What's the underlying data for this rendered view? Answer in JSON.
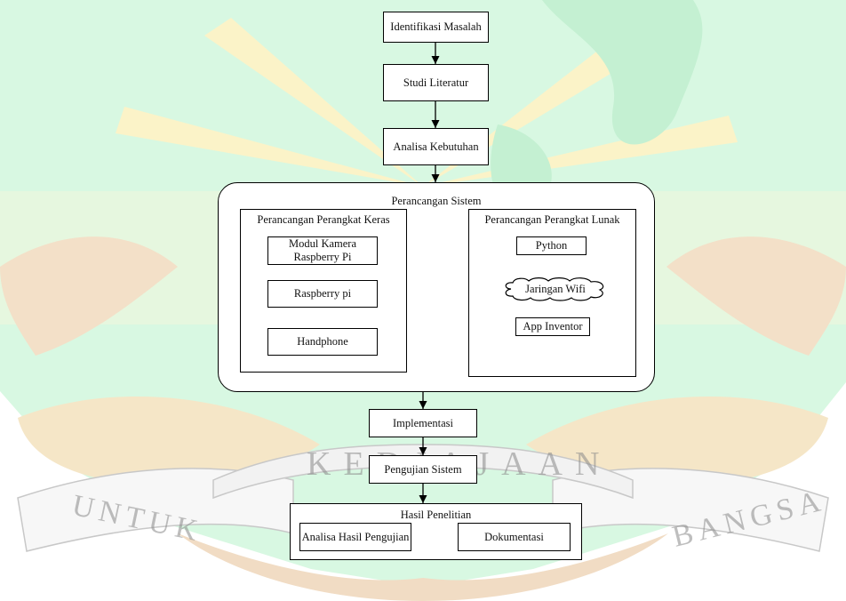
{
  "watermark": {
    "text_left": "UNTUK",
    "text_center": "KEDJAJAAN",
    "text_right": "BANGSA",
    "colors": {
      "green": "#cdf5d8",
      "gold": "#fbf0b8",
      "rock": "#eac8aa"
    }
  },
  "flowchart": {
    "step1": "Identifikasi Masalah",
    "step2": "Studi Literatur",
    "step3": "Analisa Kebutuhan",
    "design": {
      "title": "Perancangan Sistem",
      "hardware": {
        "title": "Perancangan Perangkat Keras",
        "items": [
          "Modul Kamera Raspberry Pi",
          "Raspberry pi",
          "Handphone"
        ]
      },
      "software": {
        "title": "Perancangan Perangkat Lunak",
        "python": "Python",
        "network": "Jaringan Wifi",
        "app": "App Inventor"
      }
    },
    "step5": "Implementasi",
    "step6": "Pengujian Sistem",
    "results": {
      "title": "Hasil Penelitian",
      "analysis": "Analisa Hasil Pengujian",
      "documentation": "Dokumentasi"
    }
  }
}
